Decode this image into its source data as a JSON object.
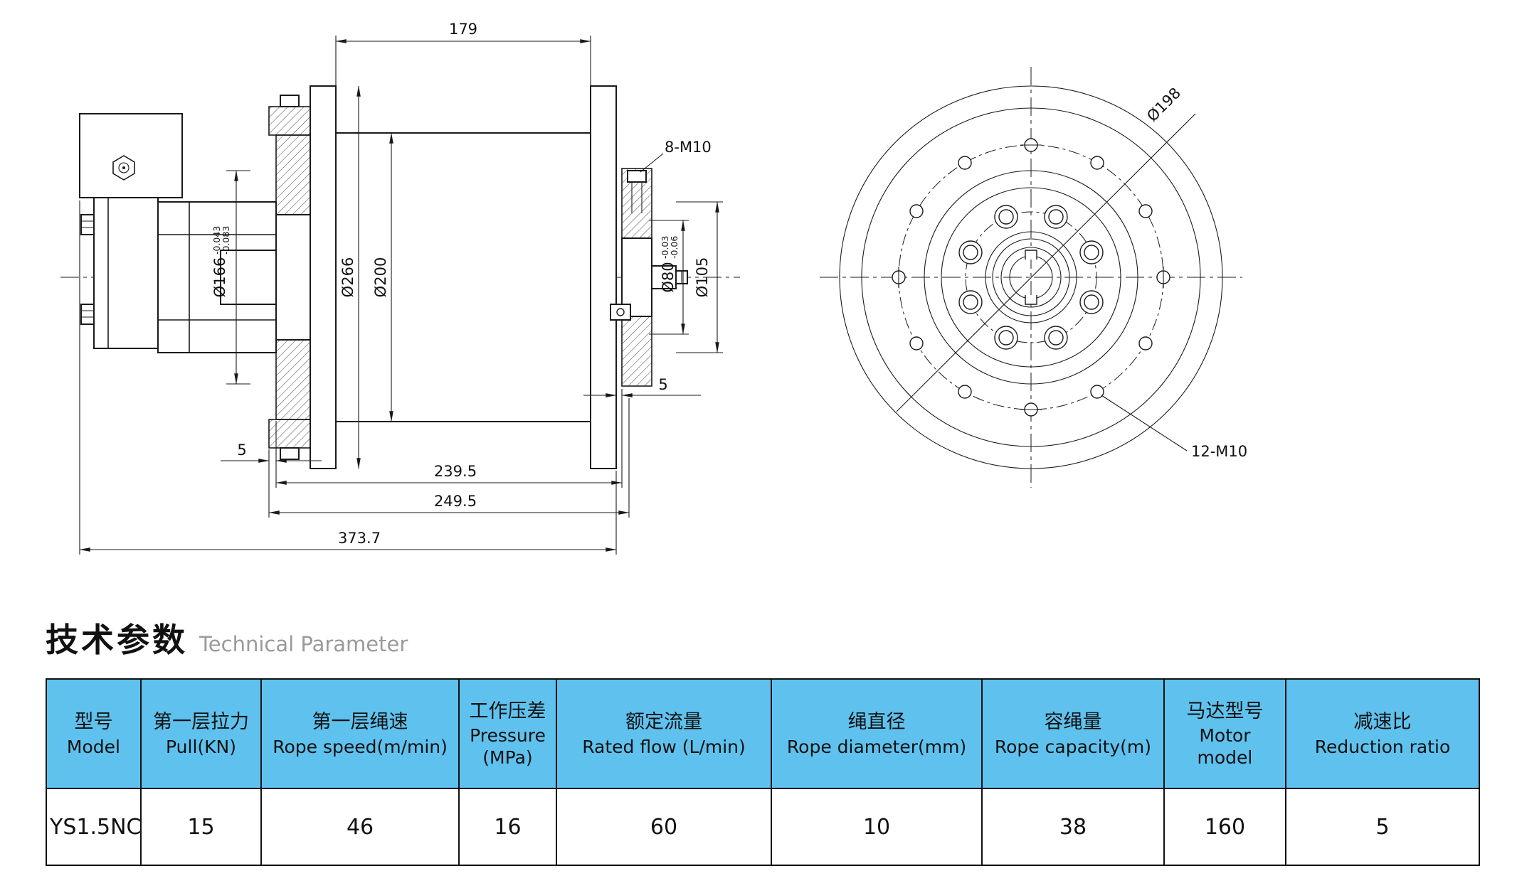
{
  "title": {
    "cn": "技术参数",
    "en": "Technical Parameter"
  },
  "side_view": {
    "dim_179": "179",
    "label_8m10": "8-M10",
    "dim_266": "Ø266",
    "dim_200": "Ø200",
    "dim_166": "Ø166",
    "tol_166_upper": "-0.043",
    "tol_166_lower": "-0.083",
    "dim_80": "Ø80",
    "tol_80_upper": "-0.03",
    "tol_80_lower": "-0.06",
    "dim_105": "Ø105",
    "dim_5_left": "5",
    "dim_5_right": "5",
    "dim_239_5": "239.5",
    "dim_249_5": "249.5",
    "dim_373_7": "373.7"
  },
  "front_view": {
    "dim_198": "Ø198",
    "label_12m10": "12-M10"
  },
  "table": {
    "headers": [
      {
        "cn": "型号",
        "en": "Model"
      },
      {
        "cn": "第一层拉力",
        "en": "Pull(KN)"
      },
      {
        "cn": "第一层绳速",
        "en": "Rope speed(m/min)"
      },
      {
        "cn": "工作压差",
        "en": "Pressure (MPa)"
      },
      {
        "cn": "额定流量",
        "en": "Rated flow (L/min)"
      },
      {
        "cn": "绳直径",
        "en": "Rope diameter(mm)"
      },
      {
        "cn": "容绳量",
        "en": "Rope capacity(m)"
      },
      {
        "cn": "马达型号",
        "en": "Motor model"
      },
      {
        "cn": "减速比",
        "en": "Reduction ratio"
      }
    ],
    "row": [
      "YS1.5NC",
      "15",
      "46",
      "16",
      "60",
      "10",
      "38",
      "160",
      "5"
    ]
  },
  "colors": {
    "header_bg": "#5fc2ee"
  }
}
